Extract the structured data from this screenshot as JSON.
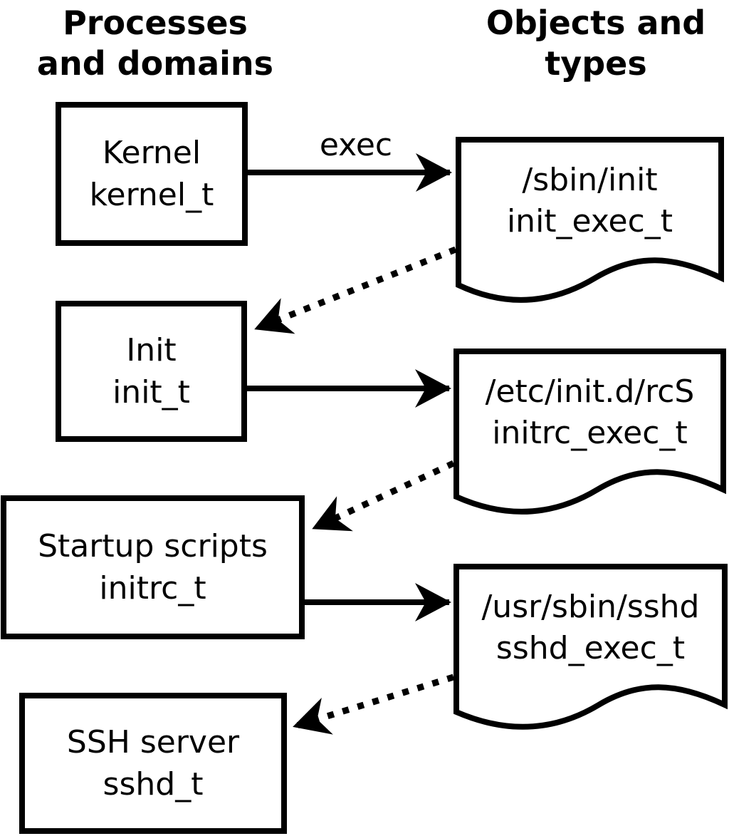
{
  "diagram": {
    "kind": "selinux-domain-transition-flow",
    "colors": {
      "ink": "#000000",
      "background": "#ffffff"
    }
  },
  "headers": {
    "processes": {
      "line1": "Processes",
      "line2": "and domains"
    },
    "objects": {
      "line1": "Objects and",
      "line2": "types"
    }
  },
  "process_boxes": [
    {
      "label": "Kernel",
      "domain": "kernel_t"
    },
    {
      "label": "Init",
      "domain": "init_t"
    },
    {
      "label": "Startup scripts",
      "domain": "initrc_t"
    },
    {
      "label": "SSH server",
      "domain": "sshd_t"
    }
  ],
  "object_documents": [
    {
      "path": "/sbin/init",
      "type": "init_exec_t"
    },
    {
      "path": "/etc/init.d/rcS",
      "type": "initrc_exec_t"
    },
    {
      "path": "/usr/sbin/sshd",
      "type": "sshd_exec_t"
    }
  ],
  "arrows": {
    "exec_label": "exec",
    "solid": [
      {
        "from": "kernel_t",
        "to": "init_exec_t",
        "label": "exec"
      },
      {
        "from": "init_t",
        "to": "initrc_exec_t",
        "label": ""
      },
      {
        "from": "initrc_t",
        "to": "sshd_exec_t",
        "label": ""
      }
    ],
    "dotted": [
      {
        "from": "init_exec_t",
        "to": "init_t"
      },
      {
        "from": "initrc_exec_t",
        "to": "initrc_t"
      },
      {
        "from": "sshd_exec_t",
        "to": "sshd_t"
      }
    ]
  }
}
